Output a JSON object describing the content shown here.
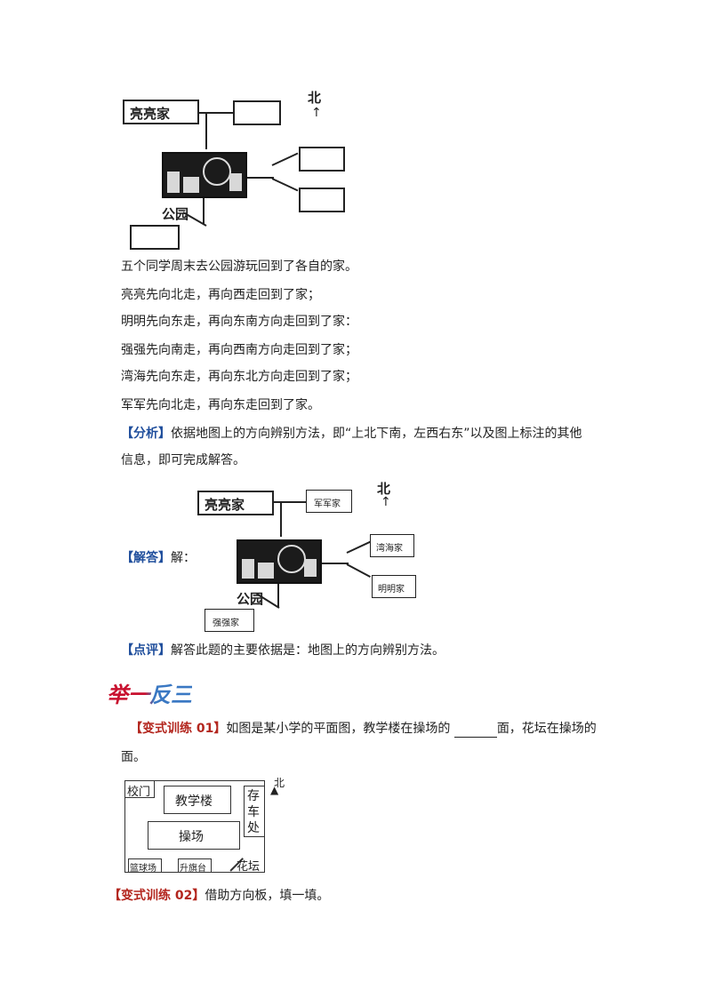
{
  "map1": {
    "home_label": "亮亮家",
    "north_label": "北",
    "park_label": "公园"
  },
  "intro": "五个同学周末去公园游玩回到了各自的家。",
  "clues": [
    "亮亮先向北走，再向西走回到了家；",
    "明明先向东走，再向东南方向走回到了家：",
    "强强先向南走，再向西南方向走回到了家；",
    "湾海先向东走，再向东北方向走回到了家；",
    "军军先向北走，再向东走回到了家。"
  ],
  "analysis": {
    "tag": "【分析】",
    "text1": "依据地图上的方向辨别方法，即“上北下南，左西右东”以及图上标注的其他",
    "text2": "信息，即可完成解答。"
  },
  "answer": {
    "tag": "【解答】",
    "text": "解："
  },
  "map2": {
    "home_label": "亮亮家",
    "north_label": "北",
    "park_label": "公园",
    "junjun": "军军家",
    "wanhai": "湾海家",
    "mingming": "明明家",
    "qiangqiang": "强强家"
  },
  "comment": {
    "tag": "【点评】",
    "text": "解答此题的主要依据是：地图上的方向辨别方法。"
  },
  "section_title": "举一反三",
  "exercise1": {
    "tag": "【变式训练 01】",
    "text_a": "如图是某小学的平面图，教学楼在操场的",
    "text_b": "面，花坛在操场的",
    "text_c": "面。"
  },
  "plan": {
    "gate": "校门",
    "building": "教学楼",
    "storage": [
      "存",
      "车",
      "处"
    ],
    "field": "操场",
    "basketball": "篮球场",
    "flag": "升旗台",
    "garden": "花坛",
    "north": "北"
  },
  "exercise2": {
    "tag": "【变式训练 02】",
    "text": "借助方向板，填一填。"
  }
}
